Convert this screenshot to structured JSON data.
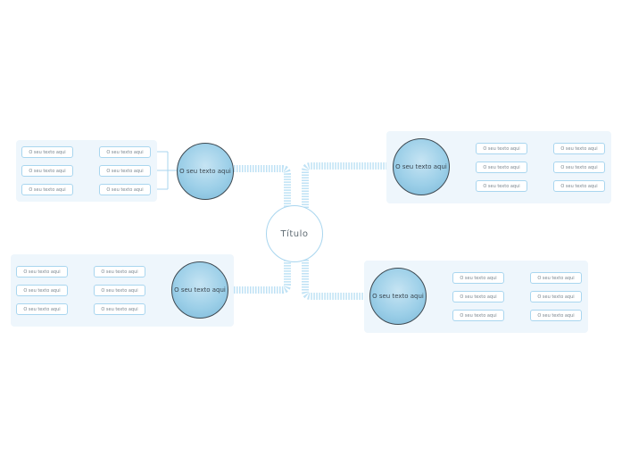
{
  "title": "Título",
  "branches": [
    {
      "label": "O seu texto aqui",
      "children": [
        "O seu texto aqui",
        "O seu texto aqui",
        "O seu texto aqui"
      ],
      "grandchildren": [
        "O seu texto aqui",
        "O seu texto aqui",
        "O seu texto aqui"
      ]
    },
    {
      "label": "O seu texto aqui",
      "children": [
        "O seu texto aqui",
        "O seu texto aqui",
        "O seu texto aqui"
      ],
      "grandchildren": [
        "O seu texto aqui",
        "O seu texto aqui",
        "O seu texto aqui"
      ]
    },
    {
      "label": "O seu texto aqui",
      "children": [
        "O seu texto aqui",
        "O seu texto aqui",
        "O seu texto aqui"
      ],
      "grandchildren": [
        "O seu texto aqui",
        "O seu texto aqui",
        "O seu texto aqui"
      ]
    },
    {
      "label": "O seu texto aqui",
      "children": [
        "O seu texto aqui",
        "O seu texto aqui",
        "O seu texto aqui"
      ],
      "grandchildren": [
        "O seu texto aqui",
        "O seu texto aqui",
        "O seu texto aqui"
      ]
    }
  ],
  "colors": {
    "connector": "#bfe2f5",
    "leaf_border": "#a9d6ef",
    "panel": "#eef6fc"
  }
}
